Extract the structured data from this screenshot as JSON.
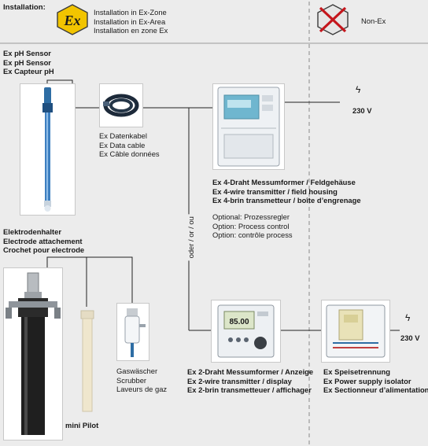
{
  "header": {
    "title": "Installation:",
    "ex_symbol": "Ex",
    "ex_zone_lines": [
      "Installation in Ex-Zone",
      "Installation in Ex-Area",
      "Installation en zone Ex"
    ],
    "nonex_label": "Non-Ex"
  },
  "sensor": {
    "lines": [
      "Ex pH Sensor",
      "Ex pH Sensor",
      "Ex Capteur pH"
    ]
  },
  "cable": {
    "lines": [
      "Ex Datenkabel",
      "Ex Data cable",
      "Ex Câble données"
    ]
  },
  "transmitter4": {
    "lines": [
      "Ex 4-Draht Messumformer / Feldgehäuse",
      "Ex 4-wire transmitter / field housing",
      "Ex 4-brin transmetteur / boîte d’engrenage"
    ],
    "optional_lines": [
      "Optional: Prozessregler",
      "Option: Process control",
      "Option: contrôle process"
    ]
  },
  "power_top": {
    "label": "230 V"
  },
  "holder": {
    "lines": [
      "Elektrodenhalter",
      "Electrode attachement",
      "Crochet pour electrode"
    ]
  },
  "minipilot": {
    "label": "mini Pilot"
  },
  "scrubber": {
    "lines": [
      "Gaswäscher",
      "Scrubber",
      "Laveurs de gaz"
    ]
  },
  "or_label": "oder / or / ou",
  "transmitter2": {
    "lines": [
      "Ex 2-Draht Messumformer / Anzeige",
      "Ex 2-wire transmitter / display",
      "Ex 2-brin transmetteuer / affichager"
    ],
    "display_value": "85.00"
  },
  "isolator": {
    "lines": [
      "Ex Speisetrennung",
      "Ex Power supply isolator",
      "Ex Sectionneur d’alimentation"
    ]
  },
  "power_bottom": {
    "label": "230 V"
  },
  "colors": {
    "ex_yellow": "#f2c400",
    "nonex_red": "#c4161c",
    "line": "#222222",
    "background": "#ececec"
  }
}
